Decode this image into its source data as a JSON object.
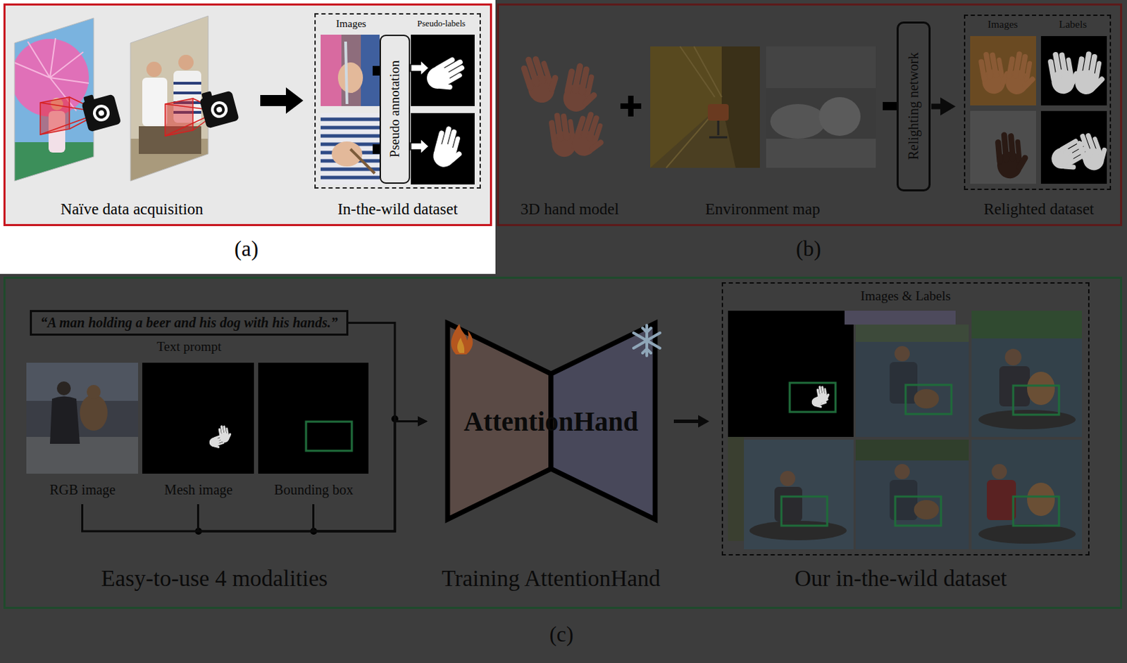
{
  "diagram": {
    "nodes": [
      {
        "text": [
          "Naïve data acquisition",
          "(a)"
        ]
      },
      {
        "text": [
          "Images",
          "Pseudo-labels",
          "In-the-wild dataset"
        ],
        "in": 0
      },
      {
        "text": [
          "Pseudo annotation"
        ],
        "in": 1
      },
      {
        "text": [
          "3D hand model",
          "Environment map",
          "(b)"
        ]
      },
      {
        "text": [
          "Relighting network"
        ],
        "in": 3
      },
      {
        "text": [
          "Images",
          "Labels",
          "Relighted dataset"
        ],
        "in": 3
      },
      {
        "text": [
          "Easy-to-use 4 modalities",
          "Training AttentionHand",
          "Our in-the-wild dataset",
          "(c)"
        ]
      },
      {
        "text": [
          "“A man holding a beer and his dog with his hands.”",
          "Text prompt"
        ],
        "in": 6
      },
      {
        "text": [
          "RGB image"
        ],
        "in": 6
      },
      {
        "text": [
          "Mesh image"
        ],
        "in": 6
      },
      {
        "text": [
          "Bounding box"
        ],
        "in": 6
      },
      {
        "text": [
          "AttentionHand"
        ],
        "in": 6
      },
      {
        "text": [
          "Images & Labels"
        ],
        "in": 6
      }
    ],
    "edges": [
      {
        "from": 4,
        "to": 5,
        "arrow": "to"
      },
      {
        "from": 7,
        "to": 11,
        "arrow": "to"
      },
      {
        "from": 8,
        "to": 11,
        "arrow": "to"
      },
      {
        "from": 9,
        "to": 11,
        "arrow": "to"
      },
      {
        "from": 10,
        "to": 11,
        "arrow": "to"
      },
      {
        "from": 11,
        "to": 12,
        "arrow": "to"
      }
    ]
  }
}
